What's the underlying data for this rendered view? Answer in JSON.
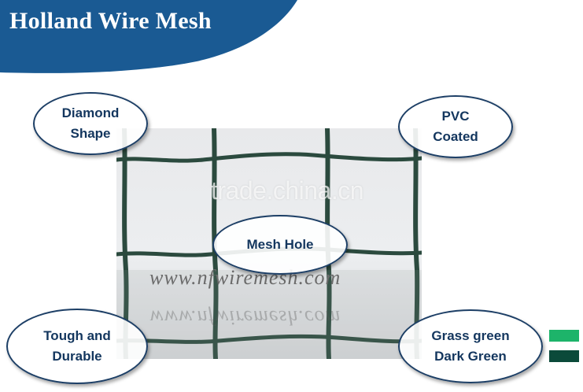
{
  "banner": {
    "title": "Holland Wire Mesh",
    "color": "#1a5a93"
  },
  "watermarks": {
    "trade": "trade.china.cn",
    "site": "www.nfwiremesh.com"
  },
  "callouts": {
    "diamond": {
      "line1": "Diamond",
      "line2": "Shape"
    },
    "pvc": {
      "line1": "PVC",
      "line2": "Coated"
    },
    "mesh_hole": {
      "label": "Mesh Hole"
    },
    "tough": {
      "line1": "Tough and",
      "line2": "Durable"
    },
    "colors": {
      "line1": "Grass green",
      "line2": "Dark Green"
    }
  },
  "swatches": {
    "grass_green": "#1db46a",
    "dark_green": "#0b4a3a"
  },
  "colors": {
    "wire": "#2b4a3e",
    "callout_text": "#13365e",
    "callout_border": "#1d3f66"
  }
}
